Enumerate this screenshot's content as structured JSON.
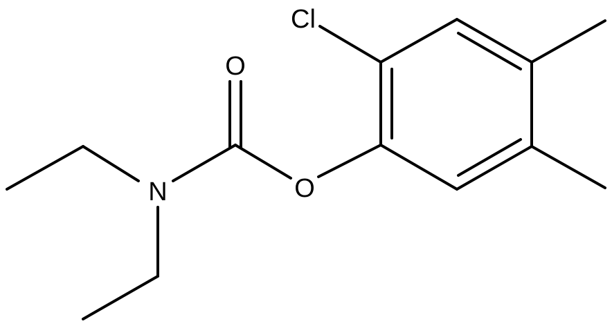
{
  "molecule": {
    "atoms": {
      "oxygen_carbonyl": "O",
      "oxygen_ester": "O",
      "nitrogen": "N",
      "chlorine": "Cl"
    }
  },
  "colors": {
    "bond": "#000000",
    "label": "#000000",
    "background": "#ffffff"
  }
}
